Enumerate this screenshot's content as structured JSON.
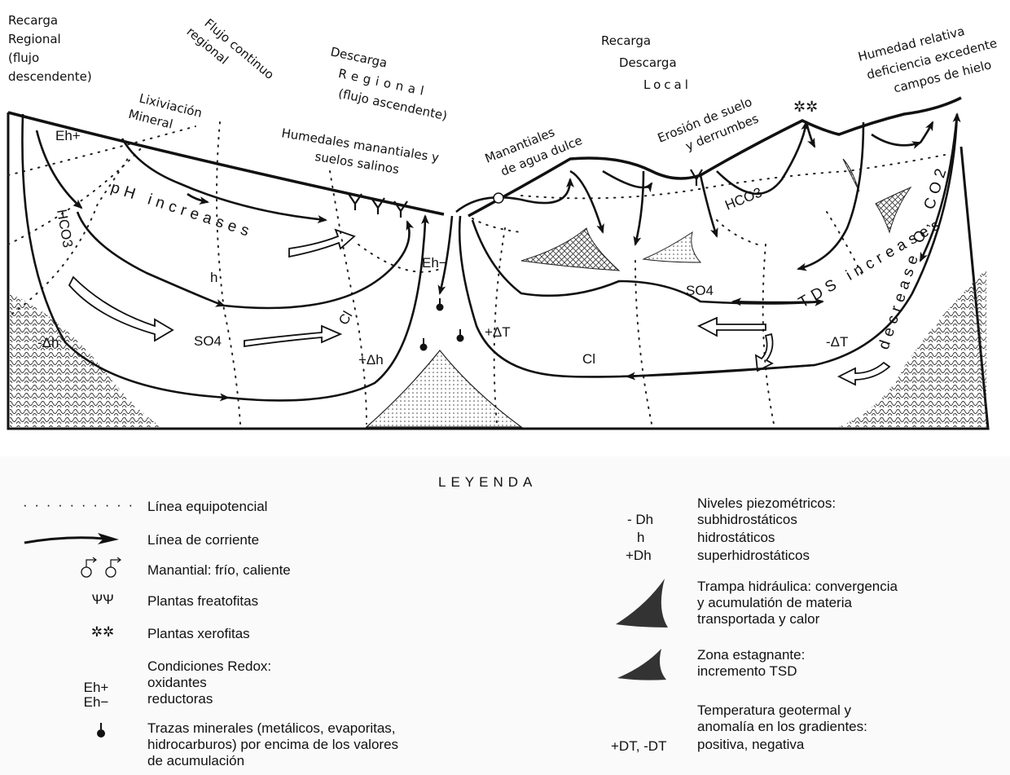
{
  "diagram": {
    "labels": {
      "recarga_regional": [
        "Recarga",
        "Regional",
        "(flujo",
        "descendente)"
      ],
      "lixiviacion": [
        "Lixiviación",
        "Mineral"
      ],
      "flujo_continuo": [
        "Flujo continuo",
        "regional"
      ],
      "descarga_regional": [
        "Descarga",
        "Regional",
        "(flujo ascendente)"
      ],
      "humedales": [
        "Humedales manantiales y",
        "suelos salinos"
      ],
      "manantiales": [
        "Manantiales",
        "de agua dulce"
      ],
      "recarga_local": [
        "Recarga",
        "Descarga",
        "Local"
      ],
      "erosion": [
        "Erosión de suelo",
        "y derrumbes"
      ],
      "humedad": [
        "Humedad relativa",
        "deficiencia excedente",
        "campos de hielo"
      ]
    },
    "annotations": {
      "eh_plus": "Eh+",
      "eh_minus": "Eh−",
      "hco3_left": "HCO3",
      "hco3_right": "HCO3",
      "ph_increases": "pH increases",
      "h": "h",
      "minus_dh": "-Δh",
      "plus_dh": "+Δh",
      "so4_left": "SO4",
      "so4_right": "SO4",
      "cl_left": "Cl",
      "cl_right": "Cl",
      "plus_dt": "+ΔT",
      "minus_dt": "-ΔT",
      "tds_increases": "TDS increases",
      "decrease_o_co2": "decrease O, CO2"
    }
  },
  "legend": {
    "title": "LEYENDA",
    "left": [
      {
        "symbol": "· · · · · · · · · ·",
        "text": "Línea equipotencial"
      },
      {
        "symbol": "",
        "text": "Línea de corriente"
      },
      {
        "symbol": "",
        "text": "Manantial: frío, caliente"
      },
      {
        "symbol": "ѰѰ",
        "text": "Plantas freatofitas"
      },
      {
        "symbol": "✲✲",
        "text": "Plantas xerofitas"
      },
      {
        "symbol": "",
        "text": "Condiciones Redox:"
      },
      {
        "symbol": "Eh+",
        "text": "oxidantes"
      },
      {
        "symbol": "Eh−",
        "text": "reductoras"
      },
      {
        "symbol": "",
        "text": "Trazas minerales (metálicos, evaporitas,"
      },
      {
        "symbol": "",
        "text": "hidrocarburos) por encima de los valores"
      },
      {
        "symbol": "",
        "text": "de acumulación"
      }
    ],
    "right": [
      {
        "symbol": "",
        "text": "Niveles piezométricos:"
      },
      {
        "symbol": "- Dh",
        "text": "subhidrostáticos"
      },
      {
        "symbol": "h",
        "text": "hidrostáticos"
      },
      {
        "symbol": "+Dh",
        "text": "superhidrostáticos"
      },
      {
        "symbol": "",
        "text": "Trampa hidráulica: convergencia"
      },
      {
        "symbol": "",
        "text": "y acumulatión de materia"
      },
      {
        "symbol": "",
        "text": "transportada y calor"
      },
      {
        "symbol": "",
        "text": "Zona estagnante:"
      },
      {
        "symbol": "",
        "text": "incremento TSD"
      },
      {
        "symbol": "",
        "text": "Temperatura geotermal y"
      },
      {
        "symbol": "",
        "text": "anomalía en los gradientes:"
      },
      {
        "symbol": "+DT, -DT",
        "text": "positiva, negativa"
      }
    ]
  }
}
